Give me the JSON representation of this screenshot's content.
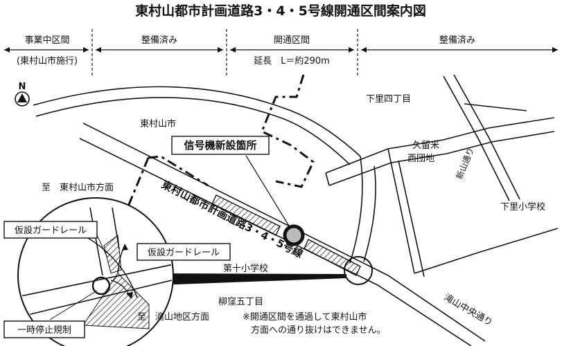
{
  "title": "東村山都市計画道路3・4・5号線開通区間案内図",
  "sections": [
    {
      "label": "事業中区間",
      "sub": "(東村山市施行)"
    },
    {
      "label": "整備済み"
    },
    {
      "label": "開通区間",
      "sub": "延長　L＝約290m"
    },
    {
      "label": "整備済み"
    }
  ],
  "north": "N",
  "places": {
    "higashimurayama": "東村山市",
    "shimosato4": "下里四丁目",
    "kurume_nishi": "久留米\n西団地",
    "kurume_line1": "久留米",
    "kurume_line2": "西団地",
    "shinyama_road": "新山通り",
    "shimosato_school": "下里小学校",
    "dai10_school": "第十小学校",
    "yanagikubo": "柳窪五丁目",
    "takiyama_road": "滝山中央通り",
    "to_higashimurayama": "至　東村山市方面",
    "to_takiyama": "至　滝山地区方面"
  },
  "road_name": "東村山都市計画道路3・4・5号線",
  "callouts": {
    "signal": "信号機新設箇所",
    "guardrail_left": "仮設ガードレール",
    "guardrail_right": "仮設ガードレール",
    "stop": "一時停止規制"
  },
  "note_line1": "※開通区間を通過して東村山市",
  "note_line2": "方面への通り抜けはできません。"
}
